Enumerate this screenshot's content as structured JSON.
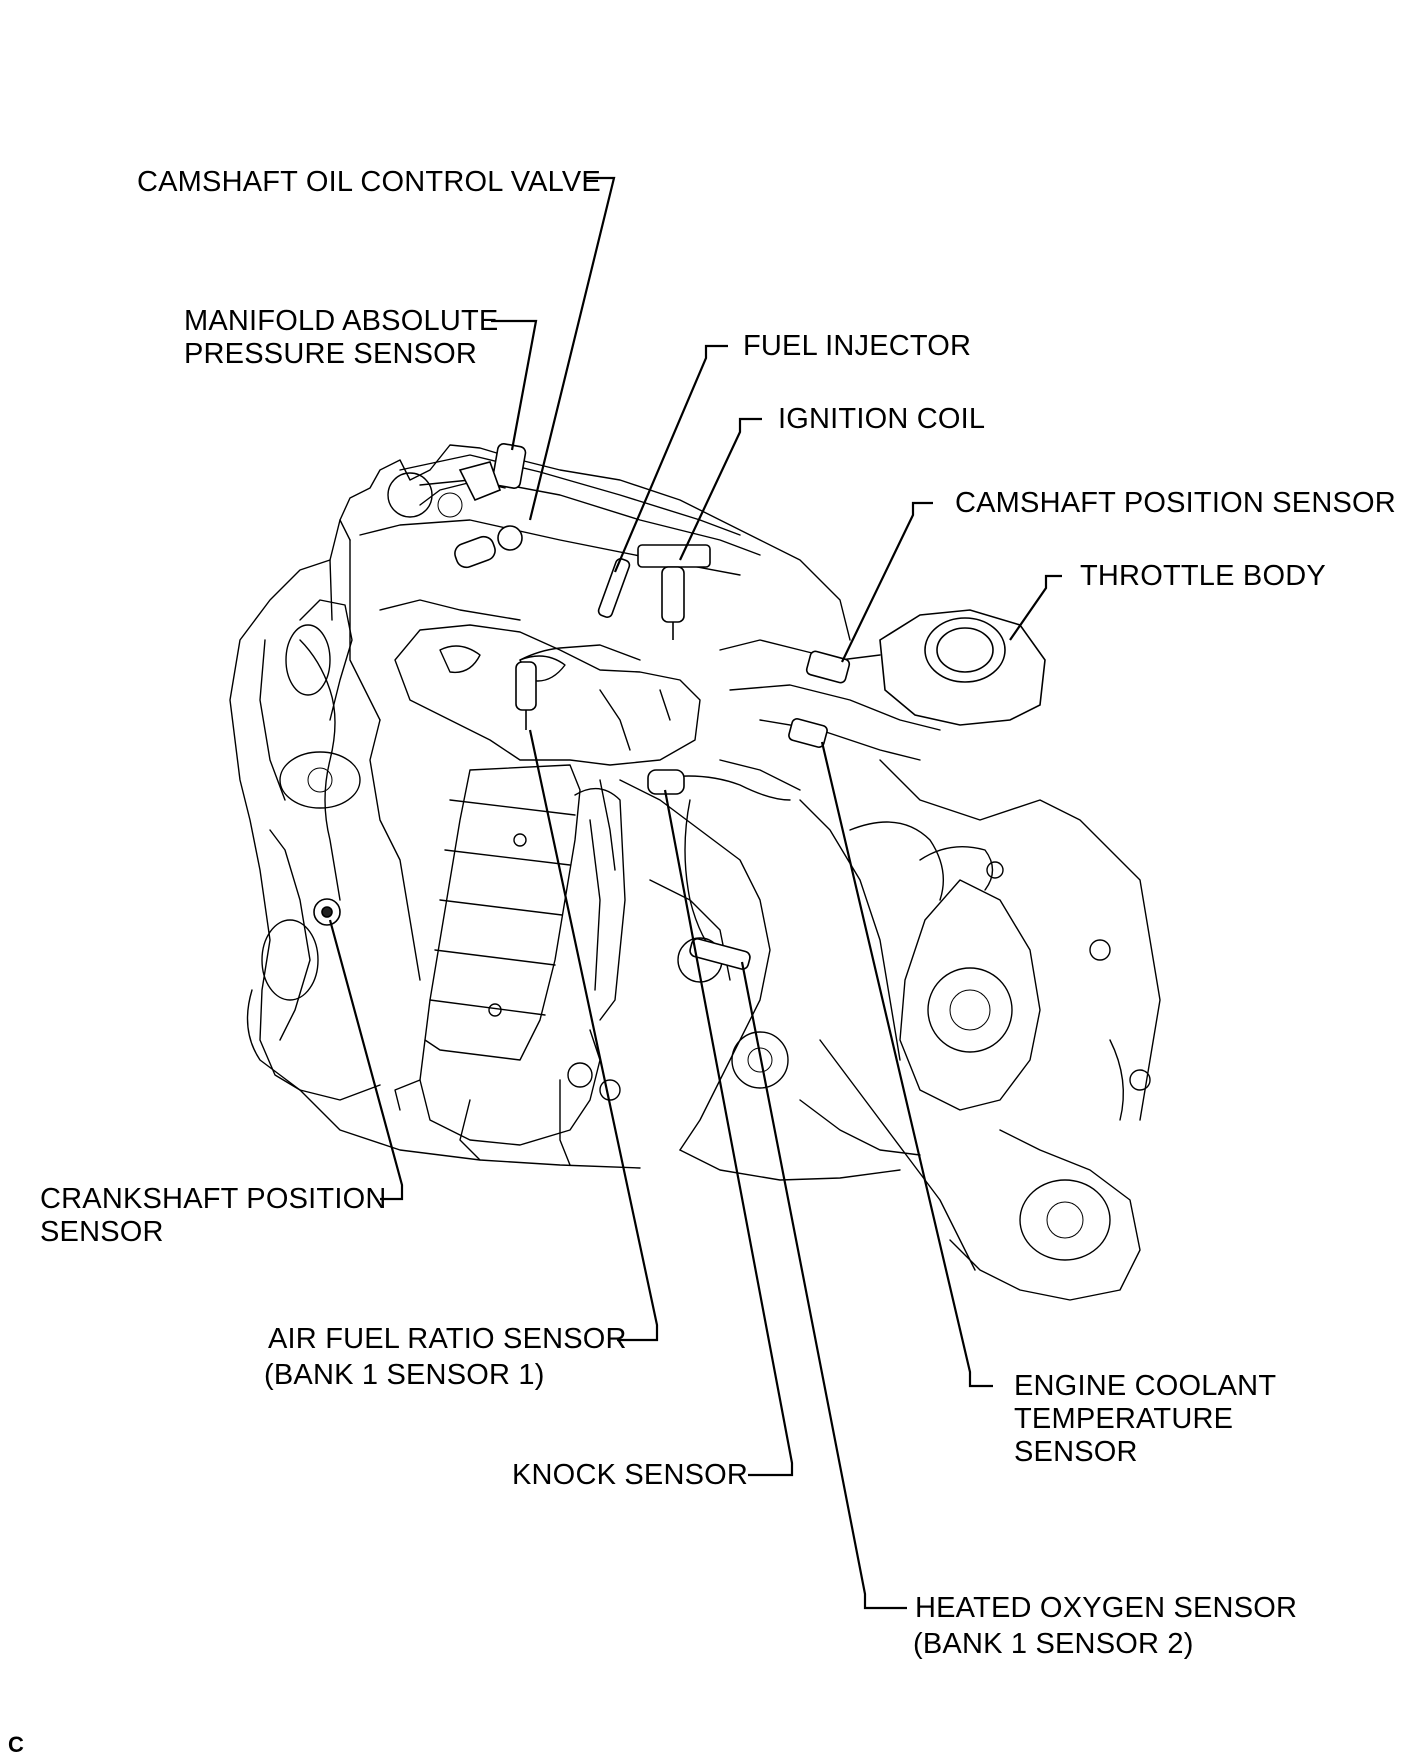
{
  "labels": {
    "camshaft_oil_control_valve": "CAMSHAFT OIL CONTROL VALVE",
    "map_sensor_line1": "MANIFOLD ABSOLUTE",
    "map_sensor_line2": "PRESSURE SENSOR",
    "fuel_injector": "FUEL INJECTOR",
    "ignition_coil": "IGNITION COIL",
    "camshaft_position_sensor": "CAMSHAFT POSITION SENSOR",
    "throttle_body": "THROTTLE BODY",
    "crankshaft_line1": "CRANKSHAFT POSITION",
    "crankshaft_line2": "SENSOR",
    "af_sensor_line1": "AIR FUEL RATIO SENSOR",
    "af_sensor_line2": "(BANK 1 SENSOR 1)",
    "knock_sensor": "KNOCK SENSOR",
    "ect_line1": "ENGINE COOLANT",
    "ect_line2": "TEMPERATURE",
    "ect_line3": "SENSOR",
    "ho2_line1": "HEATED OXYGEN SENSOR",
    "ho2_line2": "(BANK 1 SENSOR 2)"
  },
  "figure_code": "C"
}
